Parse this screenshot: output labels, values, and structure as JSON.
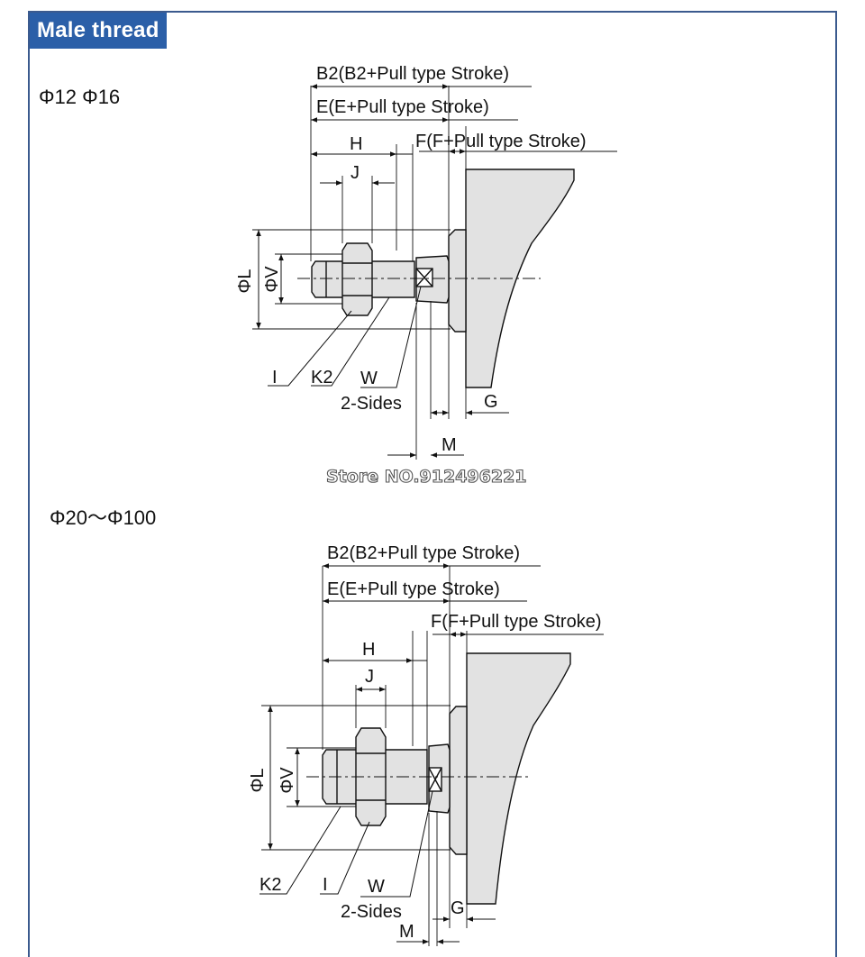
{
  "header": {
    "title": "Male thread"
  },
  "sections": [
    {
      "size_label": "Φ12 Φ16",
      "labels": {
        "b2": "B2(B2+Pull type Stroke)",
        "e": "E(E+Pull type Stroke)",
        "f": "F(F+Pull type Stroke)",
        "h": "H",
        "j": "J",
        "phi_l": "ΦL",
        "phi_v": "ΦV",
        "i": "I",
        "k2": "K2",
        "w": "W",
        "two_sides": "2-Sides",
        "g": "G",
        "m": "M"
      }
    },
    {
      "size_label": "Φ20～Φ100",
      "labels": {
        "b2": "B2(B2+Pull type Stroke)",
        "e": "E(E+Pull type Stroke)",
        "f": "F(F+Pull type Stroke)",
        "h": "H",
        "j": "J",
        "phi_l": "ΦL",
        "phi_v": "ΦV",
        "i": "I",
        "k2": "K2",
        "w": "W",
        "two_sides": "2-Sides",
        "g": "G",
        "m": "M"
      }
    }
  ],
  "watermark": "Store NO.912496221",
  "colors": {
    "header_bg": "#2b5fa8",
    "frame": "#3b5a8e",
    "part_fill": "#e2e2e2",
    "line": "#111111"
  }
}
